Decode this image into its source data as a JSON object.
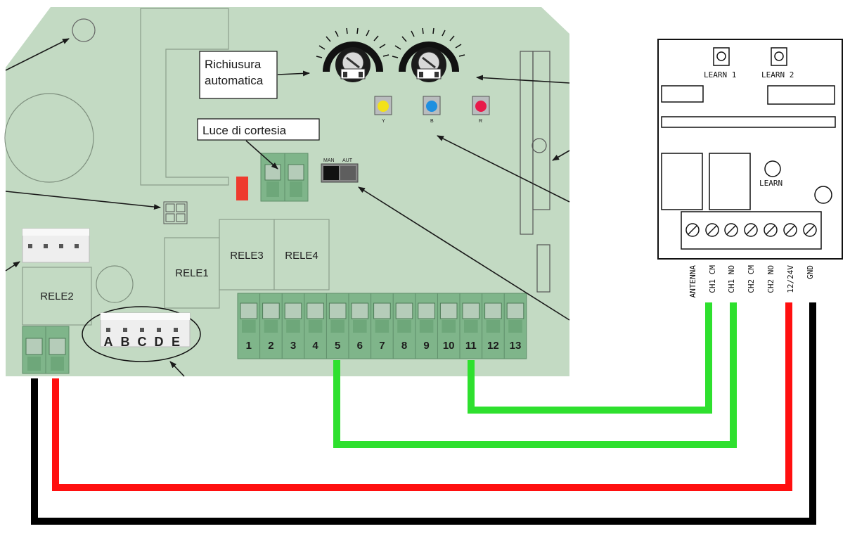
{
  "board": {
    "callouts": {
      "auto_close_line1": "Richiusura",
      "auto_close_line2": "automatica",
      "courtesy_light": "Luce di cortesia"
    },
    "relays": [
      "RELE1",
      "RELE2",
      "RELE3",
      "RELE4"
    ],
    "switch": {
      "man": "MAN",
      "aut": "AUT"
    },
    "buttons": [
      {
        "label": "Y",
        "color": "#f2e11a"
      },
      {
        "label": "B",
        "color": "#1e8fe0"
      },
      {
        "label": "R",
        "color": "#e8194a"
      }
    ],
    "connector_letters": [
      "A",
      "B",
      "C",
      "D",
      "E"
    ],
    "terminal_numbers": [
      "1",
      "2",
      "3",
      "4",
      "5",
      "6",
      "7",
      "8",
      "9",
      "10",
      "11",
      "12",
      "13"
    ]
  },
  "receiver": {
    "learn1": "LEARN 1",
    "learn2": "LEARN 2",
    "learn": "LEARN",
    "pins": [
      "ANTENNA",
      "CH1 CM",
      "CH1 NO",
      "CH2 CM",
      "CH2 NO",
      "12/24V",
      "GND"
    ]
  },
  "colors": {
    "board": "#c3dac3",
    "terminal": "#7fb58a",
    "wire_green": "#2ee02e",
    "wire_red": "#ff1010",
    "wire_black": "#000000",
    "relay_red": "#ee3b2e"
  }
}
